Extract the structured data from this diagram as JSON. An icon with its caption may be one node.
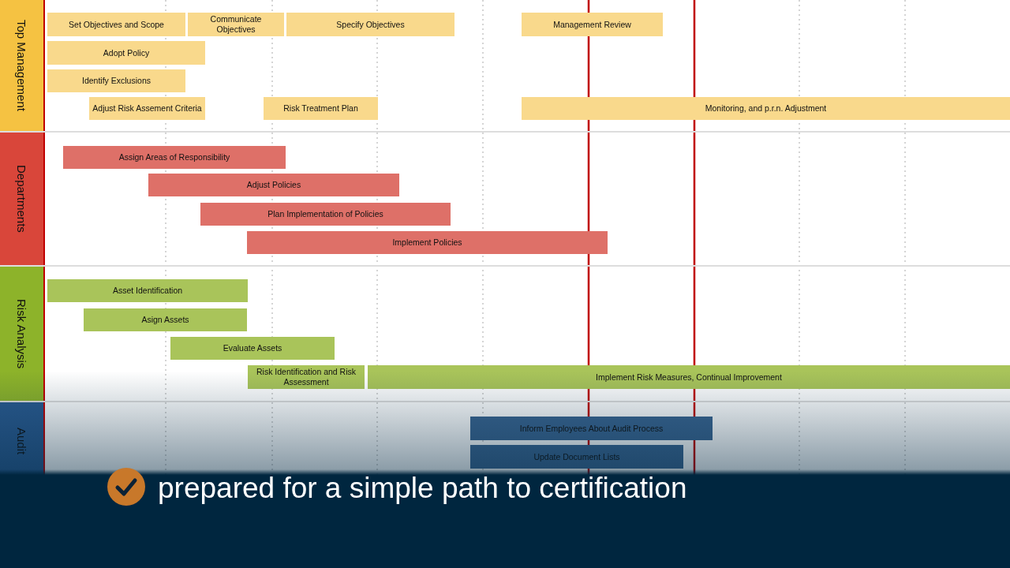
{
  "diagram": {
    "caption": "prepared for a simple path to certification",
    "nodes": [
      {
        "text": [
          "Top Management"
        ]
      },
      {
        "text": [
          "Set Objectives and Scope"
        ],
        "in": 0
      },
      {
        "text": [
          "Communicate Objectives"
        ],
        "in": 0
      },
      {
        "text": [
          "Specify Objectives"
        ],
        "in": 0
      },
      {
        "text": [
          "Management Review"
        ],
        "in": 0
      },
      {
        "text": [
          "Adopt Policy"
        ],
        "in": 0
      },
      {
        "text": [
          "Identify Exclusions"
        ],
        "in": 0
      },
      {
        "text": [
          "Adjust Risk Assement Criteria"
        ],
        "in": 0
      },
      {
        "text": [
          "Risk Treatment Plan"
        ],
        "in": 0
      },
      {
        "text": [
          "Monitoring, and p.r.n. Adjustment"
        ],
        "in": 0
      },
      {
        "text": [
          "Departments"
        ]
      },
      {
        "text": [
          "Assign Areas of Responsibility"
        ],
        "in": 10
      },
      {
        "text": [
          "Adjust Policies"
        ],
        "in": 10
      },
      {
        "text": [
          "Plan Implementation of Policies"
        ],
        "in": 10
      },
      {
        "text": [
          "Implement Policies"
        ],
        "in": 10
      },
      {
        "text": [
          "Risk Analysis"
        ]
      },
      {
        "text": [
          "Asset Identification"
        ],
        "in": 15
      },
      {
        "text": [
          "Asign Assets"
        ],
        "in": 15
      },
      {
        "text": [
          "Evaluate Assets"
        ],
        "in": 15
      },
      {
        "text": [
          "Risk Identification and Risk Assessment"
        ],
        "in": 15
      },
      {
        "text": [
          "Implement Risk Measures, Continual Improvement"
        ],
        "in": 15
      },
      {
        "text": [
          "Audit"
        ]
      },
      {
        "text": [
          "Inform Employees About Audit Process"
        ],
        "in": 21
      },
      {
        "text": [
          "Update Document Lists"
        ],
        "in": 21
      }
    ],
    "edges": []
  }
}
